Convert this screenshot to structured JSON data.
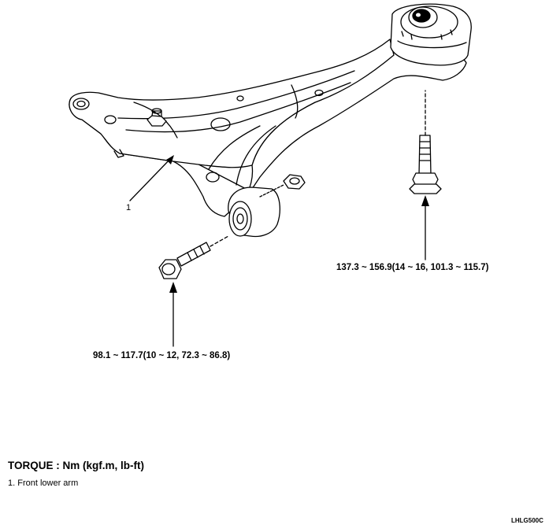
{
  "callouts": {
    "part_1_number": "1"
  },
  "torques": {
    "rear_bolt": "137.3 ~ 156.9(14 ~ 16, 101.3 ~ 115.7)",
    "front_bolt": "98.1 ~ 117.7(10 ~ 12, 72.3 ~ 86.8)"
  },
  "legend": {
    "title": "TORQUE : Nm (kgf.m, lb-ft)",
    "items": [
      "1. Front lower arm"
    ]
  },
  "figure_code": "LHLG500C"
}
